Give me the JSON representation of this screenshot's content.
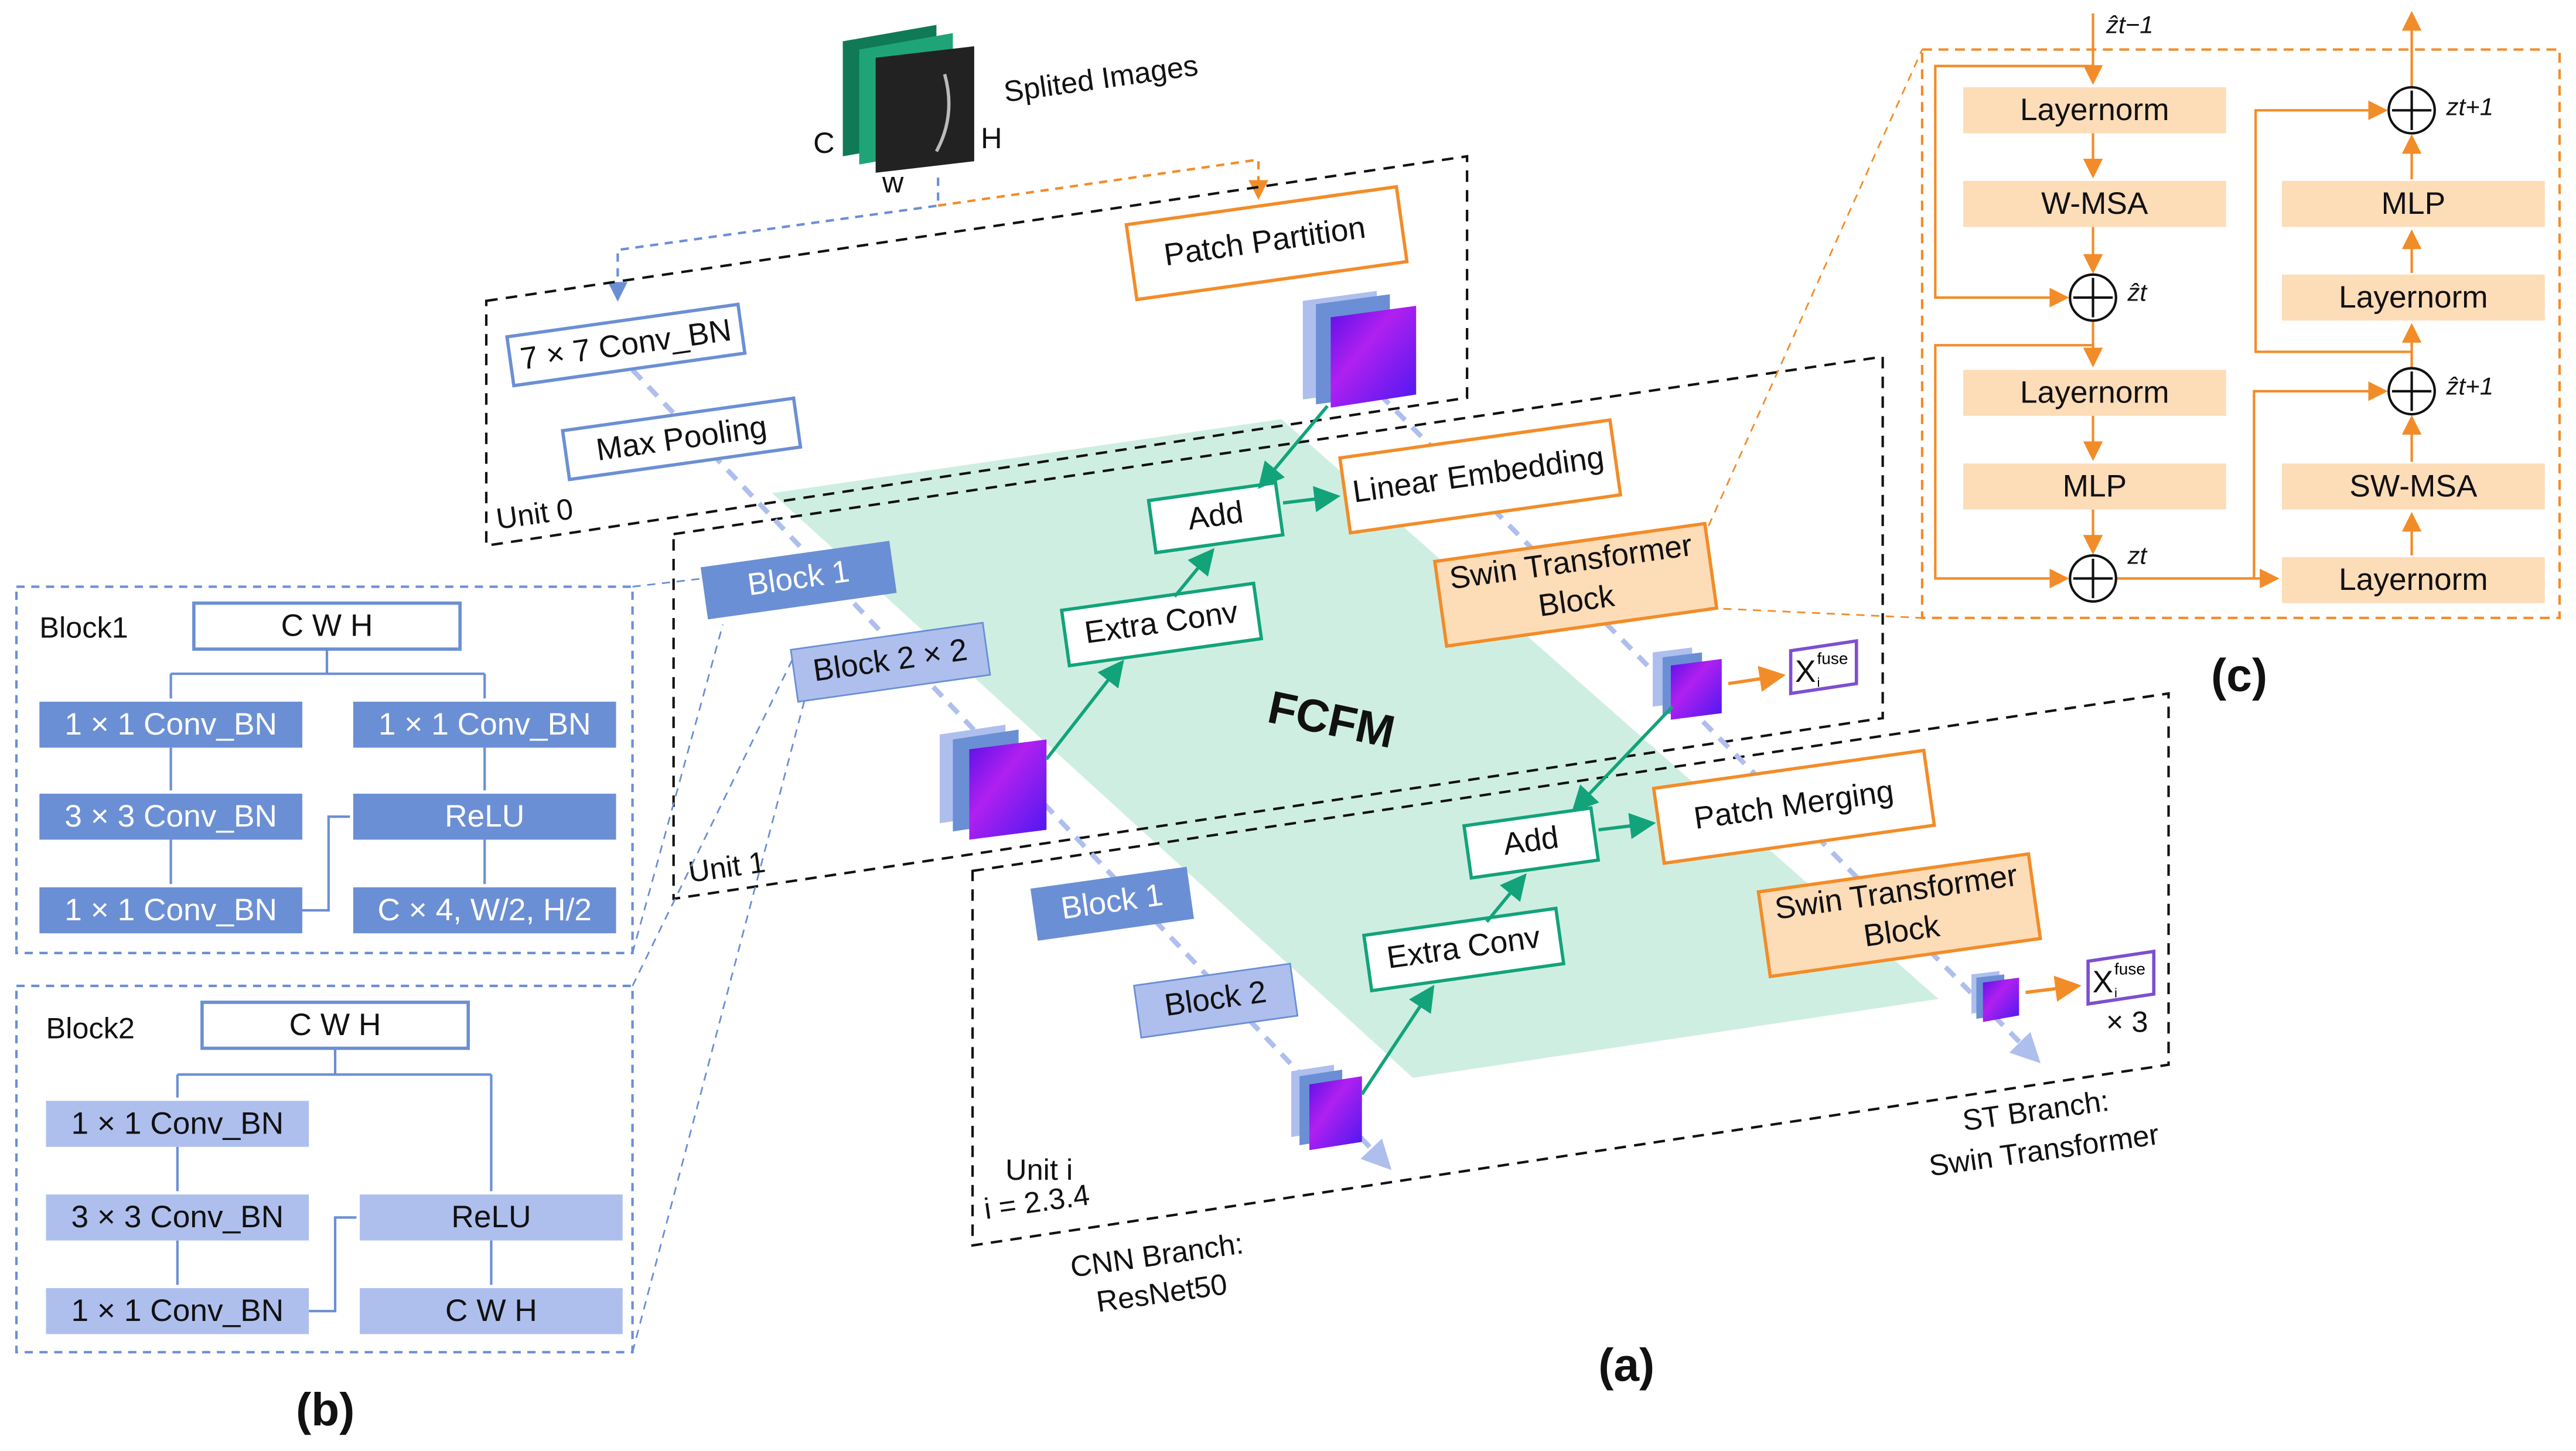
{
  "input": {
    "label": "Splited Images",
    "dim_c": "C",
    "dim_w": "w",
    "dim_h": "H"
  },
  "panel_a": {
    "label": "(a)",
    "fcfm": "FCFM",
    "unit0": {
      "label": "Unit 0",
      "conv": "7 × 7 Conv_BN",
      "pool": "Max Pooling",
      "patch_partition": "Patch Partition"
    },
    "unit1": {
      "label": "Unit 1",
      "block1": "Block 1",
      "block2": "Block 2 × 2",
      "extra_conv": "Extra Conv",
      "add": "Add",
      "linear_embedding": "Linear Embedding",
      "swin_block": [
        "Swin Transformer",
        "Block"
      ],
      "xfuse": "X",
      "xfuse_sup": "fuse",
      "xfuse_sub": "i"
    },
    "uniti": {
      "label": "Unit i",
      "range": "i = 2.3.4",
      "block1": "Block 1",
      "block2": "Block 2",
      "extra_conv": "Extra Conv",
      "add": "Add",
      "patch_merging": "Patch Merging",
      "swin_block": [
        "Swin Transformer",
        "Block"
      ],
      "xfuse": "X",
      "xfuse_sup": "fuse",
      "xfuse_sub": "i",
      "repeat": "× 3"
    },
    "cnn_branch": [
      "CNN Branch:",
      "ResNet50"
    ],
    "st_branch": [
      "ST Branch:",
      "Swin Transformer"
    ]
  },
  "panel_b": {
    "label": "(b)",
    "block1": {
      "title": "Block1",
      "input": "C W H",
      "left": [
        "1 × 1 Conv_BN",
        "3 × 3 Conv_BN",
        "1 × 1 Conv_BN"
      ],
      "right": [
        "1 × 1 Conv_BN",
        "ReLU",
        "C × 4, W/2, H/2"
      ]
    },
    "block2": {
      "title": "Block2",
      "input": "C W H",
      "left": [
        "1 × 1 Conv_BN",
        "3 × 3 Conv_BN",
        "1 × 1 Conv_BN"
      ],
      "right": [
        "ReLU",
        "C W H"
      ]
    }
  },
  "panel_c": {
    "label": "(c)",
    "left": [
      "Layernorm",
      "W-MSA",
      "Layernorm",
      "MLP"
    ],
    "right": [
      "MLP",
      "Layernorm",
      "SW-MSA",
      "Layernorm"
    ],
    "z_in": "ẑt−1",
    "z_hat_t": "ẑt",
    "z_t": "zt",
    "z_hat_t1": "ẑt+1",
    "z_t1": "zt+1"
  },
  "colors": {
    "cnn_dark": "#6b8fd4",
    "cnn_light": "#aebfee",
    "orange": "#f28c28",
    "orange_fill": "#fddcb8",
    "green": "#12a37a",
    "plane": "#cfeee2",
    "purple": "#7d4fd0",
    "feature": "#6a14f0"
  }
}
